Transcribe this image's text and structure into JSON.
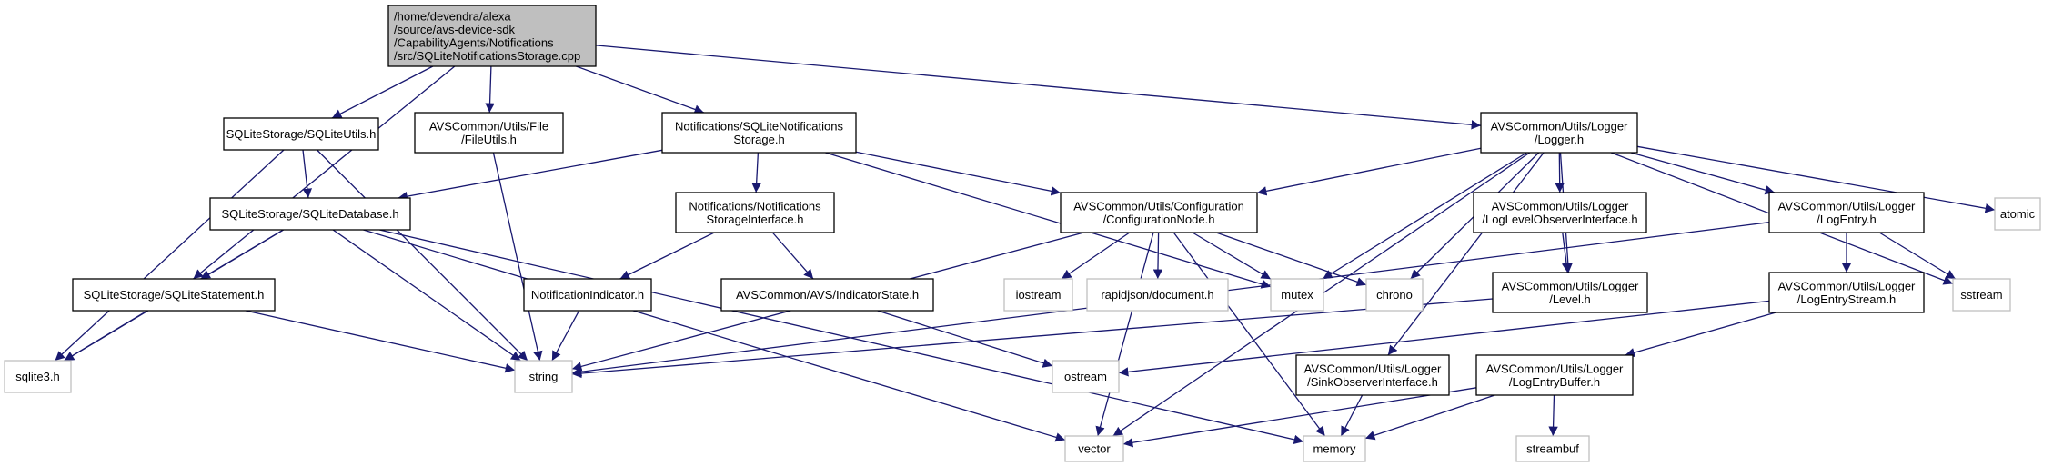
{
  "diagram": {
    "nodes": [
      {
        "id": "root",
        "lines": [
          "/home/devendra/alexa",
          "/source/avs-device-sdk",
          "/CapabilityAgents/Notifications",
          "/src/SQLiteNotificationsStorage.cpp"
        ]
      },
      {
        "id": "sqliteutils",
        "lines": [
          "SQLiteStorage/SQLiteUtils.h"
        ]
      },
      {
        "id": "fileutils",
        "lines": [
          "AVSCommon/Utils/File",
          "/FileUtils.h"
        ]
      },
      {
        "id": "notifstorage",
        "lines": [
          "Notifications/SQLiteNotifications",
          "Storage.h"
        ]
      },
      {
        "id": "logger",
        "lines": [
          "AVSCommon/Utils/Logger",
          "/Logger.h"
        ]
      },
      {
        "id": "sqlitedb",
        "lines": [
          "SQLiteStorage/SQLiteDatabase.h"
        ]
      },
      {
        "id": "notififace",
        "lines": [
          "Notifications/Notifications",
          "StorageInterface.h"
        ]
      },
      {
        "id": "confignode",
        "lines": [
          "AVSCommon/Utils/Configuration",
          "/ConfigurationNode.h"
        ]
      },
      {
        "id": "loglevelobs",
        "lines": [
          "AVSCommon/Utils/Logger",
          "/LogLevelObserverInterface.h"
        ]
      },
      {
        "id": "logentry",
        "lines": [
          "AVSCommon/Utils/Logger",
          "/LogEntry.h"
        ]
      },
      {
        "id": "atomic",
        "lines": [
          "atomic"
        ]
      },
      {
        "id": "sqlitestmt",
        "lines": [
          "SQLiteStorage/SQLiteStatement.h"
        ]
      },
      {
        "id": "notifindicator",
        "lines": [
          "NotificationIndicator.h"
        ]
      },
      {
        "id": "indicatorstate",
        "lines": [
          "AVSCommon/AVS/IndicatorState.h"
        ]
      },
      {
        "id": "iostream",
        "lines": [
          "iostream"
        ]
      },
      {
        "id": "rapidjson",
        "lines": [
          "rapidjson/document.h"
        ]
      },
      {
        "id": "mutex",
        "lines": [
          "mutex"
        ]
      },
      {
        "id": "chrono",
        "lines": [
          "chrono"
        ]
      },
      {
        "id": "level",
        "lines": [
          "AVSCommon/Utils/Logger",
          "/Level.h"
        ]
      },
      {
        "id": "logentrystream",
        "lines": [
          "AVSCommon/Utils/Logger",
          "/LogEntryStream.h"
        ]
      },
      {
        "id": "sstream",
        "lines": [
          "sstream"
        ]
      },
      {
        "id": "sqlite3",
        "lines": [
          "sqlite3.h"
        ]
      },
      {
        "id": "string",
        "lines": [
          "string"
        ]
      },
      {
        "id": "ostream",
        "lines": [
          "ostream"
        ]
      },
      {
        "id": "sinkobs",
        "lines": [
          "AVSCommon/Utils/Logger",
          "/SinkObserverInterface.h"
        ]
      },
      {
        "id": "logentrybuffer",
        "lines": [
          "AVSCommon/Utils/Logger",
          "/LogEntryBuffer.h"
        ]
      },
      {
        "id": "vector",
        "lines": [
          "vector"
        ]
      },
      {
        "id": "memory",
        "lines": [
          "memory"
        ]
      },
      {
        "id": "streambuf",
        "lines": [
          "streambuf"
        ]
      }
    ],
    "edges": [
      [
        "root",
        "sqliteutils"
      ],
      [
        "root",
        "fileutils"
      ],
      [
        "root",
        "notifstorage"
      ],
      [
        "root",
        "logger"
      ],
      [
        "root",
        "sqlitestmt"
      ],
      [
        "sqliteutils",
        "sqlitedb"
      ],
      [
        "sqliteutils",
        "sqlite3"
      ],
      [
        "sqliteutils",
        "string"
      ],
      [
        "fileutils",
        "string"
      ],
      [
        "notifstorage",
        "sqlitedb"
      ],
      [
        "notifstorage",
        "notififace"
      ],
      [
        "notifstorage",
        "confignode"
      ],
      [
        "notifstorage",
        "mutex"
      ],
      [
        "sqlitedb",
        "sqlitestmt"
      ],
      [
        "sqlitedb",
        "sqlite3"
      ],
      [
        "sqlitedb",
        "string"
      ],
      [
        "sqlitedb",
        "vector"
      ],
      [
        "sqlitedb",
        "memory"
      ],
      [
        "sqlitestmt",
        "sqlite3"
      ],
      [
        "sqlitestmt",
        "string"
      ],
      [
        "notififace",
        "notifindicator"
      ],
      [
        "notififace",
        "indicatorstate"
      ],
      [
        "notifindicator",
        "string"
      ],
      [
        "indicatorstate",
        "ostream"
      ],
      [
        "logger",
        "confignode"
      ],
      [
        "logger",
        "loglevelobs"
      ],
      [
        "logger",
        "logentry"
      ],
      [
        "logger",
        "atomic"
      ],
      [
        "logger",
        "level"
      ],
      [
        "logger",
        "mutex"
      ],
      [
        "logger",
        "chrono"
      ],
      [
        "logger",
        "sstream"
      ],
      [
        "logger",
        "sinkobs"
      ],
      [
        "logger",
        "vector"
      ],
      [
        "confignode",
        "string"
      ],
      [
        "confignode",
        "iostream"
      ],
      [
        "confignode",
        "rapidjson"
      ],
      [
        "confignode",
        "mutex"
      ],
      [
        "confignode",
        "chrono"
      ],
      [
        "confignode",
        "vector"
      ],
      [
        "confignode",
        "memory"
      ],
      [
        "loglevelobs",
        "level"
      ],
      [
        "level",
        "string"
      ],
      [
        "logentry",
        "logentrystream"
      ],
      [
        "logentry",
        "sstream"
      ],
      [
        "logentry",
        "string"
      ],
      [
        "logentrystream",
        "logentrybuffer"
      ],
      [
        "logentrystream",
        "ostream"
      ],
      [
        "logentrybuffer",
        "vector"
      ],
      [
        "logentrybuffer",
        "memory"
      ],
      [
        "logentrybuffer",
        "streambuf"
      ],
      [
        "sinkobs",
        "memory"
      ]
    ]
  }
}
